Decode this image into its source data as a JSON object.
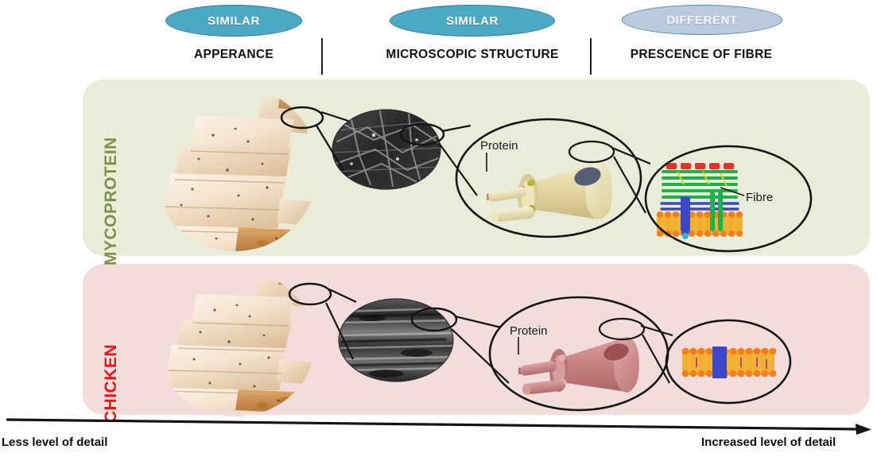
{
  "header": {
    "verdicts": [
      {
        "label": "SIMILAR",
        "kind": "similar"
      },
      {
        "label": "SIMILAR",
        "kind": "similar"
      },
      {
        "label": "DIFFERENT",
        "kind": "different"
      }
    ],
    "columns": [
      {
        "caption": "APPERANCE"
      },
      {
        "caption": "MICROSCOPIC STRUCTURE"
      },
      {
        "caption": "PRESCENCE OF FIBRE"
      }
    ]
  },
  "rows": [
    {
      "label": "MYCOPROTEIN",
      "band_color": "#e9ecd9",
      "label_color": "#7d9144",
      "protein_label": "Protein",
      "fibre_label": "Fibre",
      "micrograph": "random-fibrous-network",
      "cell_color": "#e8dfb0",
      "has_fibre_layer": true
    },
    {
      "label": "CHICKEN",
      "band_color": "#f2dcdc",
      "label_color": "#fb1010",
      "protein_label": "Protein",
      "fibre_label": "",
      "micrograph": "aligned-striations",
      "cell_color": "#cf8b8b",
      "has_fibre_layer": false
    }
  ],
  "axis": {
    "left_label": "Less level of detail",
    "right_label": "Increased level of detail"
  },
  "colors": {
    "teal": "#4ba9c4",
    "teal_border": "#2d7d96",
    "lightblue": "#b9cadf",
    "green_band": "#e9ecd9",
    "pink_band": "#f2dcdc",
    "olive_text": "#7d9144",
    "red_text": "#fb1010",
    "stroke": "#141414"
  },
  "icons": {
    "axis_arrow": "arrow-right-icon",
    "magnifier_ellipse": "callout-ellipse-icon"
  }
}
